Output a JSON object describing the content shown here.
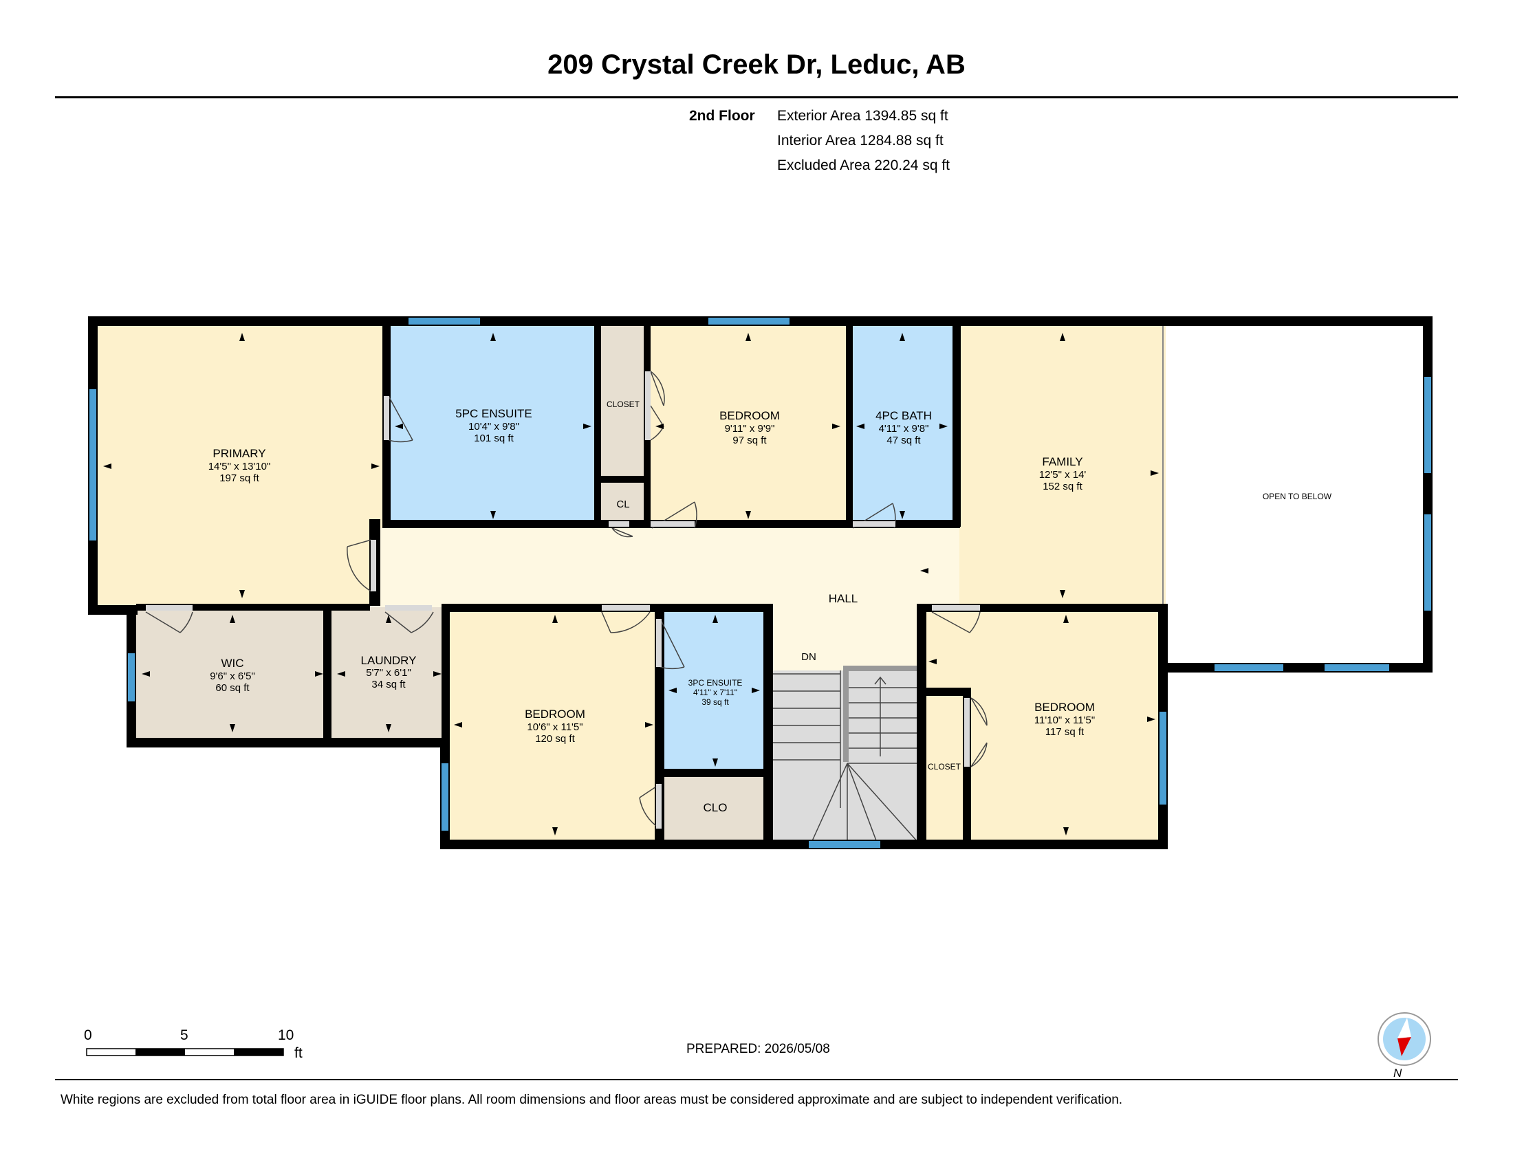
{
  "header": {
    "title": "209 Crystal Creek Dr, Leduc, AB",
    "floor": "2nd Floor",
    "areas": [
      "Exterior Area 1394.85 sq ft",
      "Interior Area 1284.88 sq ft",
      "Excluded Area 220.24 sq ft"
    ]
  },
  "rooms": {
    "primary": {
      "name": "PRIMARY",
      "dims": "14'5\" x 13'10\"",
      "area": "197 sq ft"
    },
    "ensuite5": {
      "name": "5PC ENSUITE",
      "dims": "10'4\" x 9'8\"",
      "area": "101 sq ft"
    },
    "closet1": {
      "name": "CLOSET"
    },
    "cl": {
      "name": "CL"
    },
    "bedroom1": {
      "name": "BEDROOM",
      "dims": "9'11\" x 9'9\"",
      "area": "97 sq ft"
    },
    "bath4": {
      "name": "4PC BATH",
      "dims": "4'11\" x 9'8\"",
      "area": "47 sq ft"
    },
    "family": {
      "name": "FAMILY",
      "dims": "12'5\" x 14'",
      "area": "152 sq ft"
    },
    "open": {
      "name": "OPEN TO BELOW"
    },
    "hall": {
      "name": "HALL"
    },
    "wic": {
      "name": "WIC",
      "dims": "9'6\" x 6'5\"",
      "area": "60 sq ft"
    },
    "laundry": {
      "name": "LAUNDRY",
      "dims": "5'7\" x 6'1\"",
      "area": "34 sq ft"
    },
    "bedroom2": {
      "name": "BEDROOM",
      "dims": "10'6\" x 11'5\"",
      "area": "120 sq ft"
    },
    "ensuite3": {
      "name": "3PC ENSUITE",
      "dims": "4'11\" x 7'11\"",
      "area": "39 sq ft"
    },
    "clo": {
      "name": "CLO"
    },
    "dn": {
      "name": "DN"
    },
    "closet2": {
      "name": "CLOSET"
    },
    "bedroom3": {
      "name": "BEDROOM",
      "dims": "11'10\" x 11'5\"",
      "area": "117 sq ft"
    }
  },
  "scale": {
    "ticks": [
      "0",
      "5",
      "10"
    ],
    "unit": "ft"
  },
  "compass": {
    "label": "N"
  },
  "prepared": "PREPARED: 2026/05/08",
  "footer": "White regions are excluded from total floor area in iGUIDE floor plans. All room dimensions and floor areas must be considered approximate and are subject to independent verification.",
  "colors": {
    "bedroom": "#fdf1cc",
    "bath": "#bee2fb",
    "storage": "#e7dfd1",
    "hall": "#fef8e2",
    "wall": "#000000",
    "window": "#4b9fd3"
  }
}
